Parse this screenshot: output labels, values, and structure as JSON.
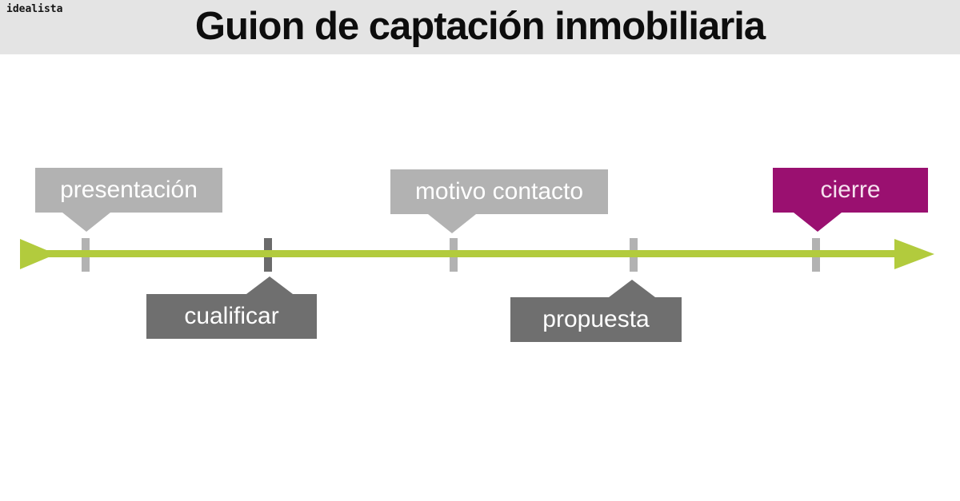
{
  "logo": {
    "text": "idealista"
  },
  "header": {
    "title": "Guion de captación inmobiliaria"
  },
  "colors": {
    "accent_green": "#b2cb3d",
    "label_light_gray": "#b2b2b2",
    "label_dark_gray": "#6f6f6f",
    "label_purple": "#9a1070",
    "header_bg": "#e4e4e4",
    "tick_light": "#b2b2b2",
    "tick_dark": "#6b6b6b",
    "title_color": "#0d0d0d",
    "purple_text": "#f5e1ee"
  },
  "timeline": {
    "direction": "left-to-right",
    "stages": [
      {
        "label": "presentación",
        "side": "above",
        "style": "light-gray"
      },
      {
        "label": "cualificar",
        "side": "below",
        "style": "dark-gray"
      },
      {
        "label": "motivo contacto",
        "side": "above",
        "style": "light-gray"
      },
      {
        "label": "propuesta",
        "side": "below",
        "style": "dark-gray"
      },
      {
        "label": "cierre",
        "side": "above",
        "style": "purple"
      }
    ]
  }
}
